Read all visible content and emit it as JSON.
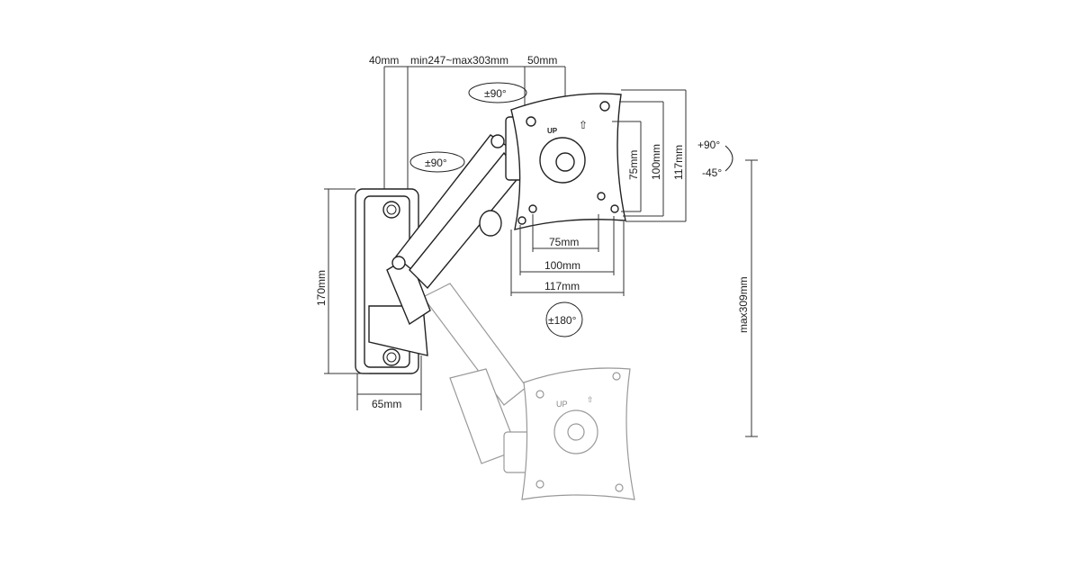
{
  "top_dims": {
    "left": "40mm",
    "arm": "min247~max303mm",
    "right": "50mm"
  },
  "rotations": {
    "top_swivel": "±90°",
    "arm_swivel": "±90°",
    "tilt_up": "+90°",
    "tilt_down": "-45°",
    "rotate": "±180°"
  },
  "vesa_vertical": {
    "small": "75mm",
    "medium": "100mm",
    "large": "117mm"
  },
  "vesa_horizontal": {
    "small": "75mm",
    "medium": "100mm",
    "large": "117mm"
  },
  "wall_plate": {
    "height": "170mm",
    "width": "65mm"
  },
  "height_range": "max309mm",
  "plate_label": "UP",
  "plate_label_lower": "UP"
}
